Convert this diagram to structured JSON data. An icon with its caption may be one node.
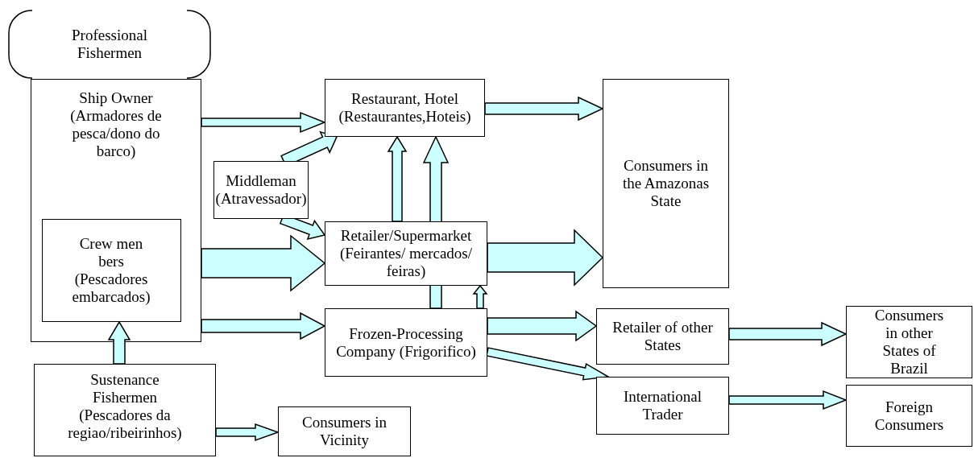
{
  "diagram": {
    "nodes": [
      {
        "text": [
          "Professional Fishermen"
        ]
      },
      {
        "text": [
          "Ship Owner (Armadores de pesca/dono do barco)"
        ]
      },
      {
        "text": [
          "Crew men bers (Pescadores embarcados)"
        ],
        "in": 1
      },
      {
        "text": [
          "Sustenance Fishermen (Pescadores da regiao/ribeirinhos)"
        ]
      },
      {
        "text": [
          "Restaurant, Hotel (Restaurantes,Hoteis)"
        ]
      },
      {
        "text": [
          "Middleman (Atravessador)"
        ]
      },
      {
        "text": [
          "Retailer/Supermarket (Feirantes/ mercados/ feiras)"
        ]
      },
      {
        "text": [
          "Frozen-Processing Company (Frigorifico)"
        ]
      },
      {
        "text": [
          "Consumers in Vicinity"
        ]
      },
      {
        "text": [
          "Consumers in the Amazonas State"
        ]
      },
      {
        "text": [
          "Retailer of other States"
        ]
      },
      {
        "text": [
          "International Trader"
        ]
      },
      {
        "text": [
          "Consumers in other States of Brazil"
        ]
      },
      {
        "text": [
          "Foreign Consumers"
        ]
      }
    ],
    "edges": [
      {
        "from": 1,
        "to": 4,
        "arrow": "to"
      },
      {
        "from": 5,
        "to": 4,
        "arrow": "to"
      },
      {
        "from": 5,
        "to": 6,
        "arrow": "to"
      },
      {
        "from": 1,
        "to": 6,
        "arrow": "to"
      },
      {
        "from": 1,
        "to": 7,
        "arrow": "to"
      },
      {
        "from": 3,
        "to": 2,
        "arrow": "to"
      },
      {
        "from": 3,
        "to": 8,
        "arrow": "to"
      },
      {
        "from": 6,
        "to": 4,
        "arrow": "to"
      },
      {
        "from": 7,
        "to": 4,
        "arrow": "to"
      },
      {
        "from": 7,
        "to": 6,
        "arrow": "to"
      },
      {
        "from": 4,
        "to": 9,
        "arrow": "to"
      },
      {
        "from": 6,
        "to": 9,
        "arrow": "to"
      },
      {
        "from": 7,
        "to": 10,
        "arrow": "to"
      },
      {
        "from": 7,
        "to": 11,
        "arrow": "to"
      },
      {
        "from": 10,
        "to": 12,
        "arrow": "to"
      },
      {
        "from": 11,
        "to": 13,
        "arrow": "to"
      }
    ]
  }
}
